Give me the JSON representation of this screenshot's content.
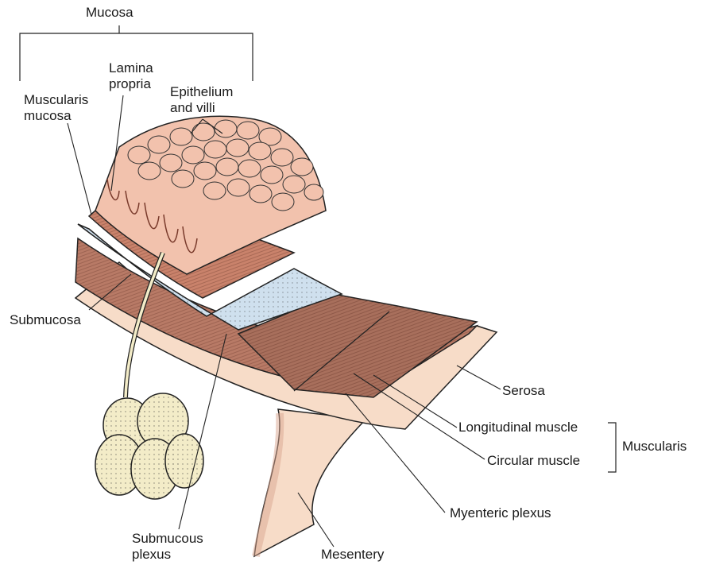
{
  "labels": {
    "mucosa": "Mucosa",
    "lamina_propria": "Lamina\npropria",
    "epithelium_villi": "Epithelium\nand villi",
    "muscularis_mucosa": "Muscularis\nmucosa",
    "submucosa": "Submucosa",
    "serosa": "Serosa",
    "longitudinal_muscle": "Longitudinal muscle",
    "circular_muscle": "Circular muscle",
    "muscularis": "Muscularis",
    "myenteric_plexus": "Myenteric plexus",
    "submucous_plexus": "Submucous\nplexus",
    "mesentery": "Mesentery"
  },
  "colors": {
    "villi": "#f2c2ad",
    "lamina": "#ecb39c",
    "muscularis_mucosa": "#c9826b",
    "submucosa": "#cfe0ee",
    "muscle": "#b87a66",
    "serosa": "#f7dcc8",
    "gland": "#f3ecc8",
    "outline": "#222222"
  }
}
